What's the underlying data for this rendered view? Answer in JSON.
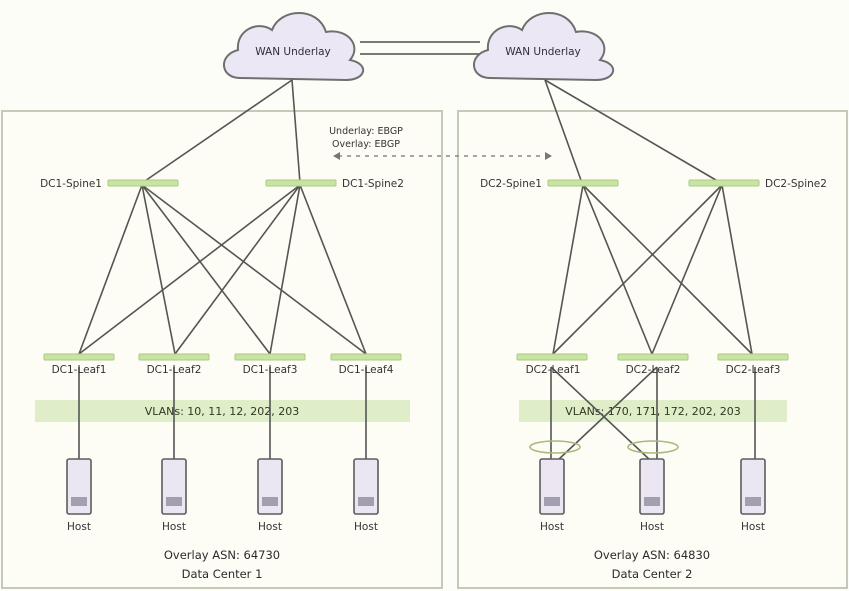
{
  "wan": {
    "left_cloud": "WAN Underlay",
    "right_cloud": "WAN Underlay"
  },
  "interconnect": {
    "underlay": "Underlay: EBGP",
    "overlay": "Overlay: EBGP"
  },
  "dc1": {
    "spines": [
      "DC1-Spine1",
      "DC1-Spine2"
    ],
    "leaves": [
      "DC1-Leaf1",
      "DC1-Leaf2",
      "DC1-Leaf3",
      "DC1-Leaf4"
    ],
    "vlans": "VLANs: 10, 11, 12, 202, 203",
    "hosts": [
      "Host",
      "Host",
      "Host",
      "Host"
    ],
    "asn": "Overlay ASN: 64730",
    "name": "Data Center 1"
  },
  "dc2": {
    "spines": [
      "DC2-Spine1",
      "DC2-Spine2"
    ],
    "leaves": [
      "DC2-Leaf1",
      "DC2-Leaf2",
      "DC2-Leaf3"
    ],
    "vlans": "VLANs: 170, 171, 172, 202, 203",
    "hosts": [
      "Host",
      "Host",
      "Host"
    ],
    "asn": "Overlay ASN: 64830",
    "name": "Data Center 2"
  },
  "colors": {
    "switch": "#c9e3a3",
    "vlan_band": "#d9ebbf",
    "cloud": "#ebe7f4",
    "host": "#ece6f3",
    "border": "#c5c9b8"
  }
}
